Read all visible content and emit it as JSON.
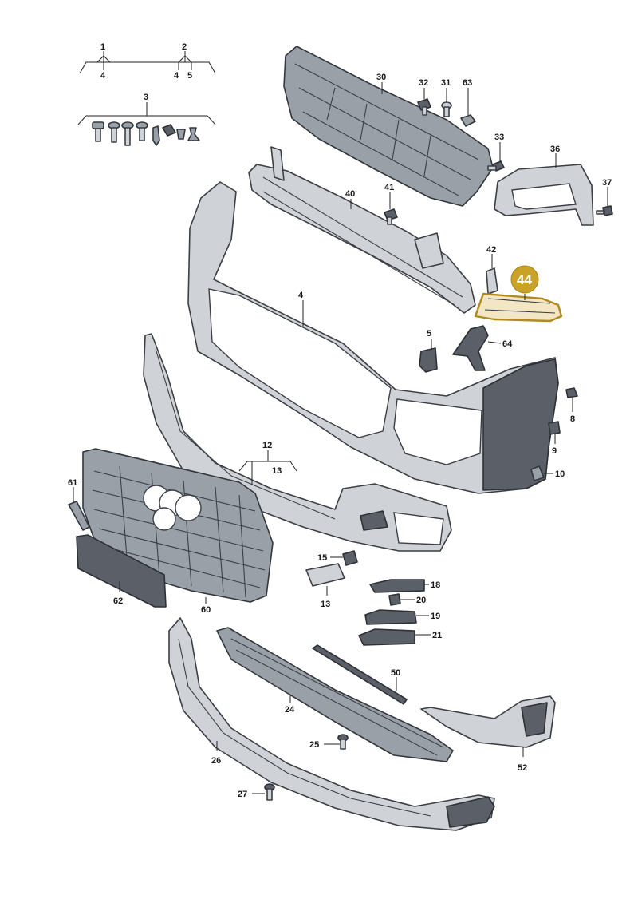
{
  "callouts": {
    "c1": "1",
    "c2": "2",
    "c3": "3",
    "c4a": "4",
    "c4b": "4",
    "c4c": "4",
    "c5a": "5",
    "c5b": "5",
    "c8": "8",
    "c9": "9",
    "c10": "10",
    "c12": "12",
    "c13a": "13",
    "c13b": "13",
    "c15": "15",
    "c18": "18",
    "c19": "19",
    "c20": "20",
    "c21": "21",
    "c24": "24",
    "c25": "25",
    "c26": "26",
    "c27": "27",
    "c30": "30",
    "c31": "31",
    "c32": "32",
    "c33": "33",
    "c36": "36",
    "c37": "37",
    "c40": "40",
    "c41": "41",
    "c42": "42",
    "c44": "44",
    "c50": "50",
    "c52": "52",
    "c60": "60",
    "c61": "61",
    "c62": "62",
    "c63": "63",
    "c64": "64"
  },
  "highlight": {
    "part": "44",
    "color": "#c9a227"
  },
  "colors": {
    "part_fill": "#cfd3d8",
    "outline": "#3b3f45",
    "dark_part": "#5b6068"
  }
}
